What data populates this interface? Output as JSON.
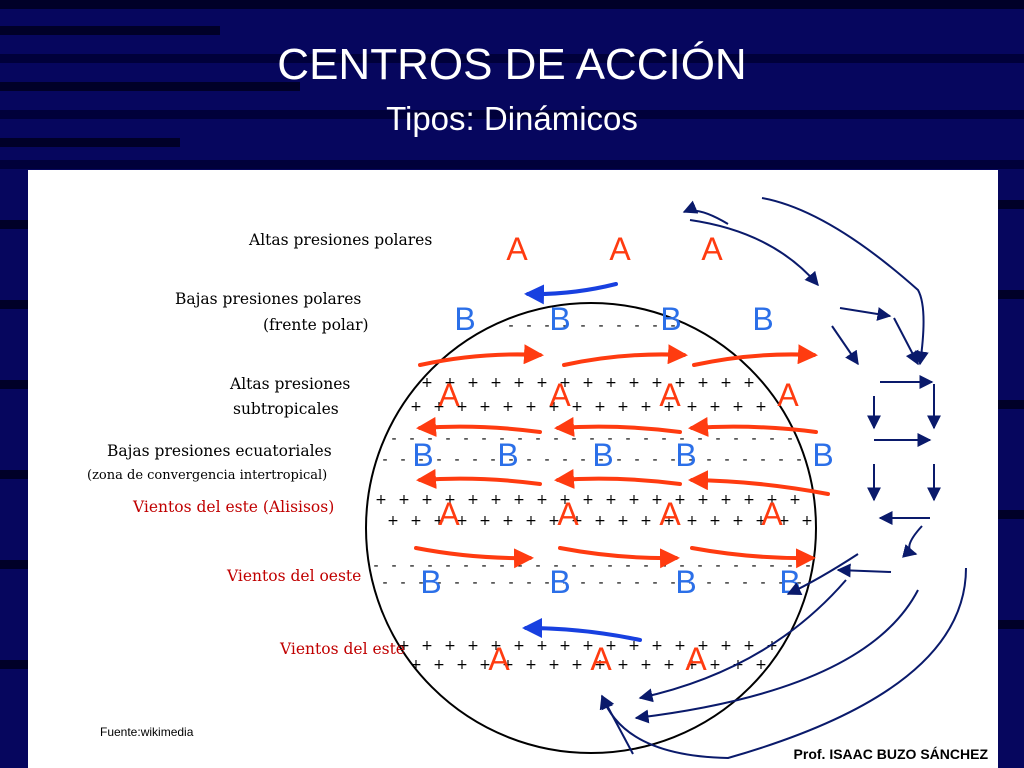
{
  "slide": {
    "title": "CENTROS DE ACCIÓN",
    "subtitle": "Tipos: Dinámicos"
  },
  "diagram": {
    "labels": {
      "altas_polares": "Altas presiones polares",
      "bajas_polares": "Bajas presiones polares",
      "frente_polar": "(frente polar)",
      "altas_subtropicales_1": "Altas presiones",
      "altas_subtropicales_2": "subtropicales",
      "bajas_ecuatoriales": "Bajas presiones ecuatoriales",
      "zona_convergencia": "(zona de convergencia intertropical)",
      "vientos_este_alisios": "Vientos del este (Alisisos)",
      "vientos_oeste": "Vientos del oeste",
      "vientos_este": "Vientos del este"
    },
    "high_letter": "A",
    "low_letter": "B",
    "colors": {
      "high": "#ff3b10",
      "low": "#2b6fe8",
      "wind_arrow": "#ff3b10",
      "polar_arrow": "#1840e0",
      "circulation_arrow": "#0a1a6b",
      "red_label": "#c00000"
    }
  },
  "footer": {
    "source": "Fuente:wikimedia",
    "author": "Prof. ISAAC BUZO SÁNCHEZ"
  }
}
